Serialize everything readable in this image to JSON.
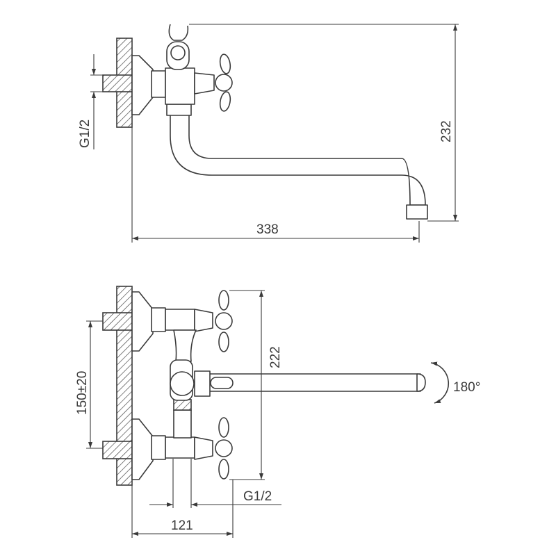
{
  "top_view": {
    "dim_thread": "G1/2",
    "dim_length": "338",
    "dim_height": "232"
  },
  "bottom_view": {
    "dim_spacing": "150±20",
    "dim_height": "222",
    "dim_rotation": "180°",
    "dim_thread": "G1/2",
    "dim_depth": "121"
  },
  "colors": {
    "line": "#3a3a3a",
    "background": "#ffffff"
  }
}
